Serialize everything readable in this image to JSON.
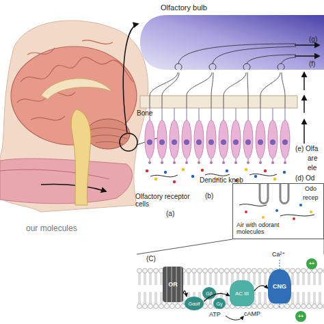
{
  "diagram": {
    "nodes": [
      {
        "text": [
          "Olfactory bulb"
        ]
      },
      {
        "text": [
          "Air with odorant molecules"
        ]
      },
      {
        "text": [
          "OR"
        ]
      },
      {
        "text": [
          "Gβ"
        ]
      },
      {
        "text": [
          "Gγ"
        ]
      },
      {
        "text": [
          "Gαolf"
        ]
      },
      {
        "text": [
          "AC III"
        ]
      },
      {
        "text": [
          "CNG"
        ]
      }
    ],
    "edges": [
      {
        "from": 2,
        "to": 5,
        "arrow": "to"
      },
      {
        "from": 5,
        "to": 6,
        "arrow": "to"
      },
      {
        "from": 6,
        "to": 7,
        "arrow": "to"
      }
    ],
    "labels": [
      "(g)",
      "(f)",
      "Bone",
      "(e) Olfa",
      "are",
      "ele",
      "Olfactory receptor cells",
      "(a)",
      "Dendritic knob",
      "(b)",
      "(d) Od",
      "Odo",
      "recep",
      "our molecules",
      "(C)",
      "Ca²⁺",
      "++",
      "++",
      "ATP",
      "cAMP"
    ]
  }
}
